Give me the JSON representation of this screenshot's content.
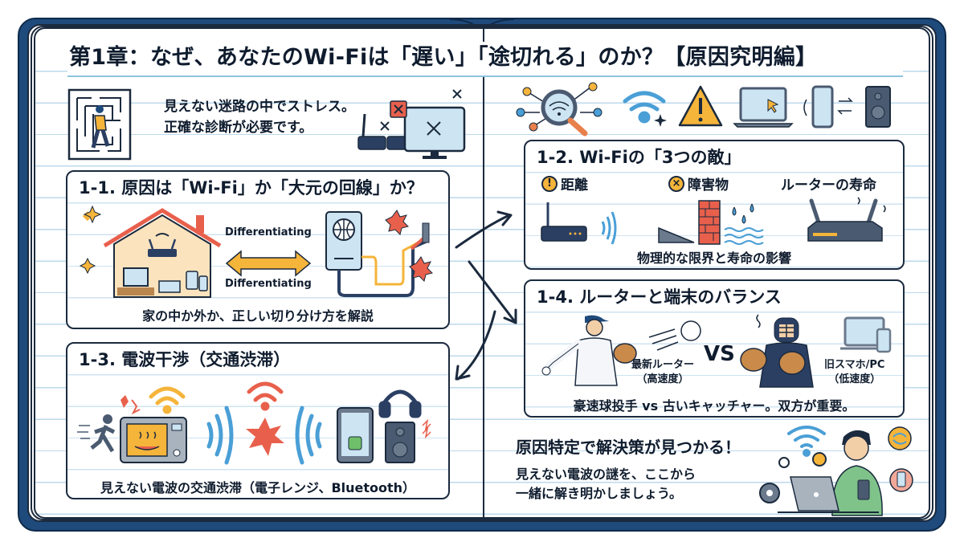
{
  "title": "第1章：なぜ、あなたのWi-Fiは「遅い」「途切れる」のか？【原因究明編】",
  "intro": {
    "line1": "見えない迷路の中でストレス。",
    "line2": "正確な診断が必要です。",
    "icons": [
      "maze-person-icon",
      "broken-router-icon",
      "error-monitor-icon"
    ]
  },
  "sections": {
    "s1_1": {
      "title": "1-1. 原因は「Wi-Fi」か「大元の回線」か？",
      "arrow_label_top": "Differentiating",
      "arrow_label_bottom": "Differentiating",
      "caption": "家の中か外か、正しい切り分け方を解説"
    },
    "s1_2": {
      "title": "1-2. Wi-Fiの「3つの敵」",
      "enemies": [
        {
          "badge": "!",
          "label": "距離"
        },
        {
          "badge": "×",
          "label": "障害物"
        },
        {
          "badge": "",
          "label": "ルーターの寿命"
        }
      ],
      "caption": "物理的な限界と寿命の影響"
    },
    "s1_3": {
      "title": "1-3. 電波干渉（交通渋滞）",
      "caption": "見えない電波の交通渋滞（電子レンジ、Bluetooth）"
    },
    "s1_4": {
      "title": "1-4. ルーターと端末のバランス",
      "vs": "VS",
      "left_label": "最新ルーター",
      "left_sub": "（高速度）",
      "right_label": "旧スマホ/PC",
      "right_sub": "（低速度）",
      "caption": "豪速球投手 vs 古いキャッチャー。双方が重要。"
    }
  },
  "conclusion": {
    "title": "原因特定で解決策が見つかる！",
    "line1": "見えない電波の謎を、ここから",
    "line2": "一緒に解き明かしましょう。"
  },
  "colors": {
    "cover": "#1f4a7c",
    "ink": "#1b2a3e",
    "rule_line": "#bcd9ec",
    "accent_orange": "#f5b43a",
    "accent_red": "#e8604c",
    "wave_blue": "#4a9fd6"
  }
}
